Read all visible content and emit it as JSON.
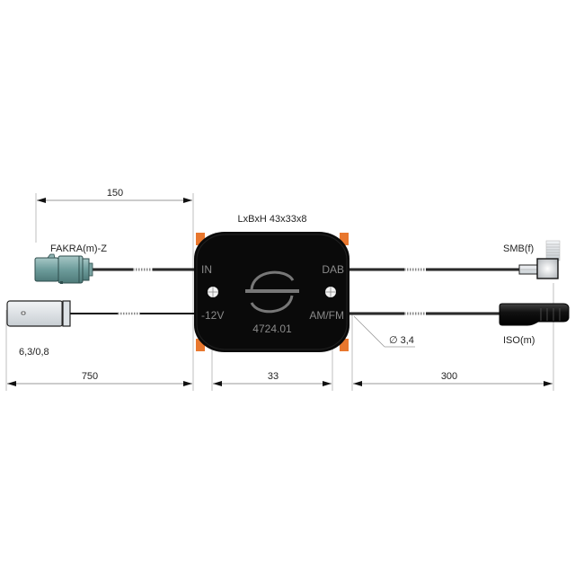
{
  "diagram": {
    "title_dims": "LxBxH 43x33x8",
    "module": {
      "part_number": "4724.01",
      "port_in": "IN",
      "port_power": "-12V",
      "port_dab": "DAB",
      "port_amfm": "AM/FM",
      "body_color": "#0a0a0a",
      "accent_color": "#e8772e"
    },
    "connectors": {
      "fakra": "FAKRA(m)-Z",
      "flat_plug": "6,3/0,8",
      "smb": "SMB(f)",
      "iso": "ISO(m)"
    },
    "cable_diameter": "∅ 3,4",
    "dimensions": {
      "fakra_cable": "150",
      "power_cable": "750",
      "module_width": "33",
      "output_cable": "300"
    }
  }
}
